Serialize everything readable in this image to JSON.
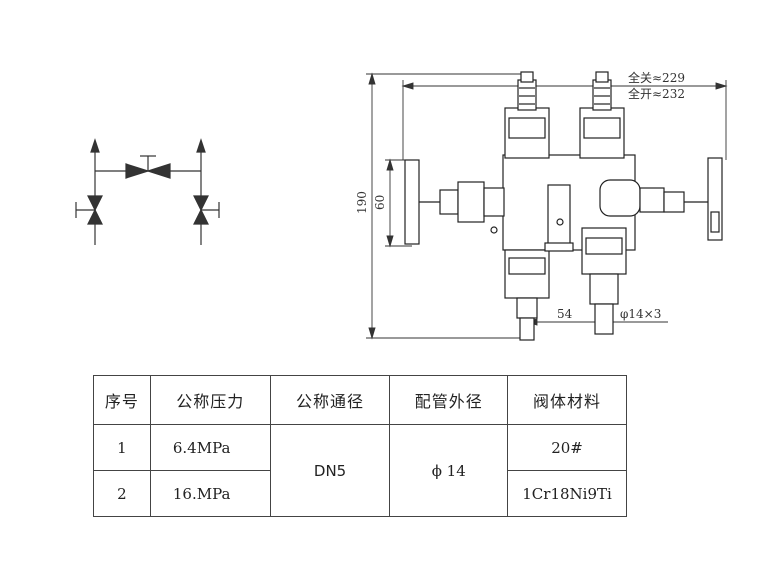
{
  "dimensions": {
    "closed_length": "全关≈229",
    "open_length": "全开≈232",
    "height": "190",
    "handle_height": "60",
    "offset": "54",
    "pipe_size": "φ14×3"
  },
  "table": {
    "headers": [
      "序号",
      "公称压力",
      "公称通径",
      "配管外径",
      "阀体材料"
    ],
    "rows": [
      {
        "index": "1",
        "pressure": "6.4MPa",
        "material": "20#"
      },
      {
        "index": "2",
        "pressure": "16.MPa",
        "material": "1Cr18Ni9Ti"
      }
    ],
    "nominal_diameter": "DN5",
    "pipe_diameter": "ϕ 14"
  }
}
